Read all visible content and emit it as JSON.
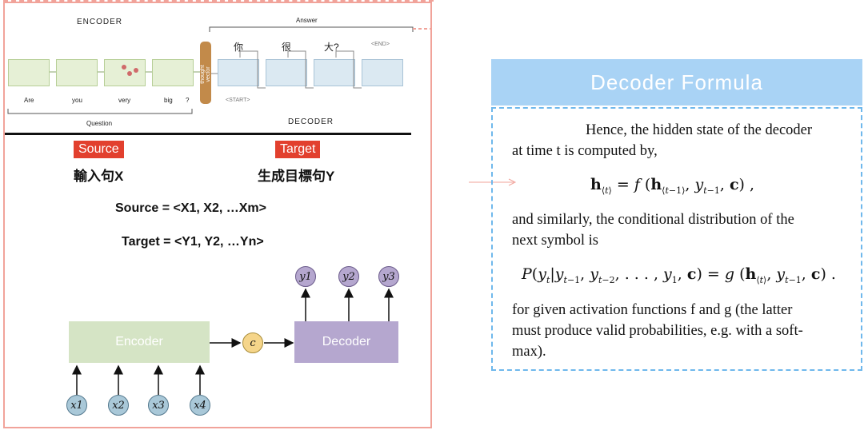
{
  "left_diagram": {
    "encoder_title": "ENCODER",
    "decoder_title": "DECODER",
    "answer_title": "Answer",
    "question_title": "Question",
    "thought_vector": "thought vector",
    "question_words": [
      "Are",
      "you",
      "very",
      "big",
      "?"
    ],
    "answer_words": [
      "你",
      "很",
      "大?",
      "<END>"
    ],
    "start_token": "<START>",
    "source_tag": "Source",
    "target_tag": "Target",
    "source_cjk": "輸入句X",
    "target_cjk": "生成目標句Y",
    "source_formula": "Source = <X1, X2, …Xm>",
    "target_formula": "Target = <Y1, Y2, …Yn>",
    "encoder_label": "Encoder",
    "decoder_label": "Decoder",
    "context_label": "c",
    "inputs": [
      "x1",
      "x2",
      "x3",
      "x4"
    ],
    "outputs": [
      "y1",
      "y2",
      "y3"
    ]
  },
  "right_panel": {
    "header": "Decoder  Formula",
    "para1_line1": "Hence, the hidden state of the decoder",
    "para1_line2": "at time t is computed by,",
    "para2_line1": "and similarly, the conditional distribution of the",
    "para2_line2": "next symbol is",
    "para3_line1": "for given activation functions f and g (the latter",
    "para3_line2": "must produce valid probabilities, e.g. with a soft-",
    "para3_line3": "max)."
  },
  "colors": {
    "frame": "#f1a39a",
    "tag_red": "#e2402e",
    "encoder_green": "#d5e4c5",
    "decoder_purple": "#b5a7cf",
    "panel_blue": "#a9d3f5",
    "panel_dash": "#6fb8ec"
  }
}
